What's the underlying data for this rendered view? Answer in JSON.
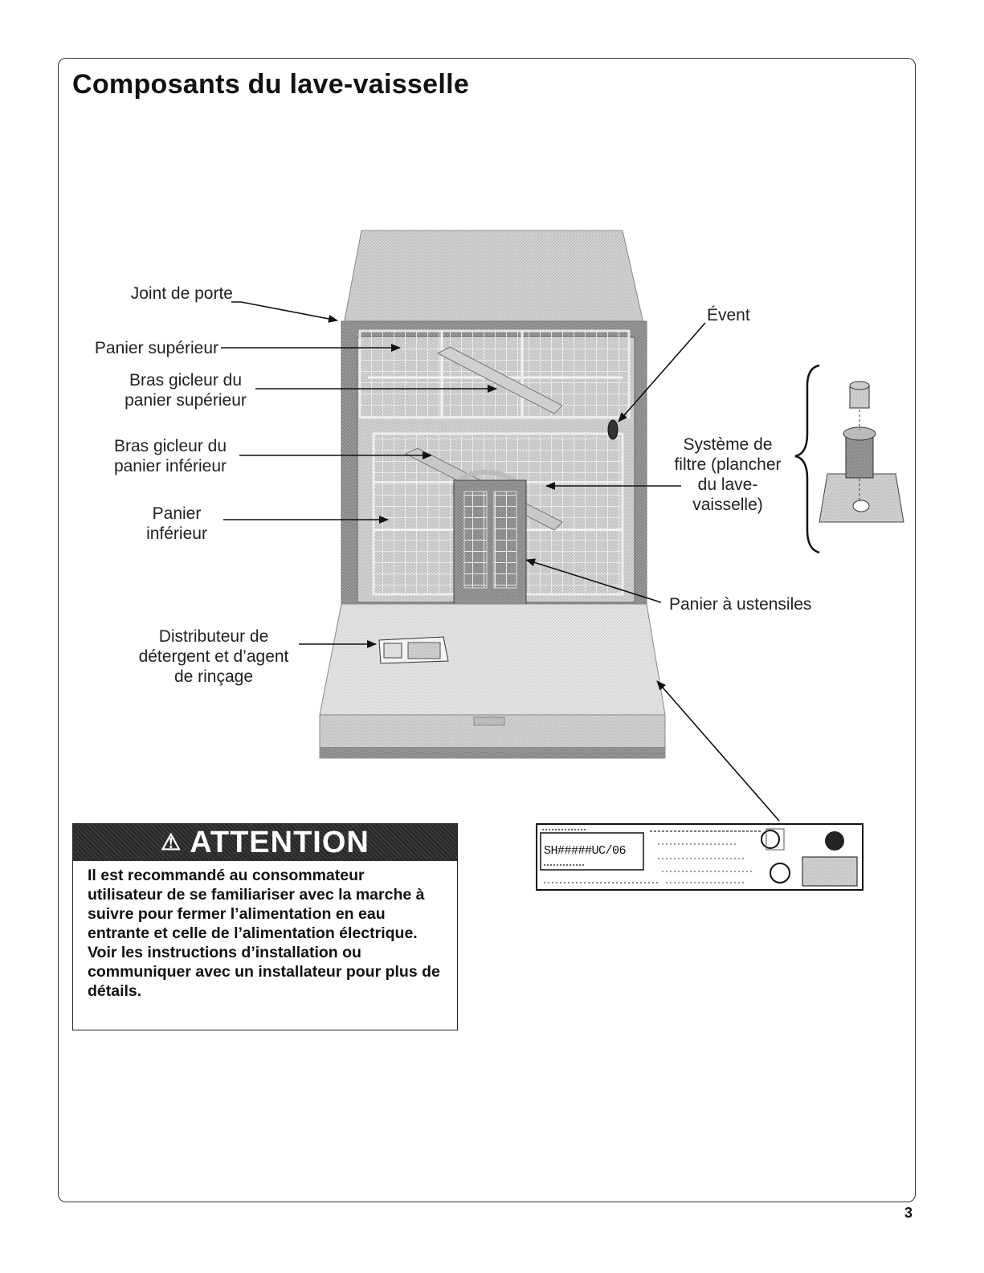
{
  "page": {
    "title": "Composants du lave-vaisselle",
    "page_number": "3"
  },
  "labels": {
    "door_seal": "Joint de porte",
    "upper_rack": "Panier supérieur",
    "upper_spray_arm": "Bras gicleur du\npanier supérieur",
    "lower_spray_arm": "Bras gicleur du\npanier inférieur",
    "lower_rack": "Panier\ninférieur",
    "dispenser": "Distributeur de\ndétergent et d’agent\nde rinçage",
    "vent": "Évent",
    "filter_system": "Système de\nfiltre (plancher\ndu lave-\nvaisselle)",
    "silverware_basket": "Panier à ustensiles"
  },
  "warning": {
    "heading": "ATTENTION",
    "icon": "warning-triangle-icon",
    "text": "Il est recommandé au consommateur utilisateur de se familiariser avec la marche à suivre pour fermer l’alimentation en eau entrante et celle de l’alimentation électrique. Voir les instructions d’installation ou communiquer avec un installateur pour plus de détails."
  },
  "rating_plate": {
    "model": "SH#####UC/06"
  }
}
